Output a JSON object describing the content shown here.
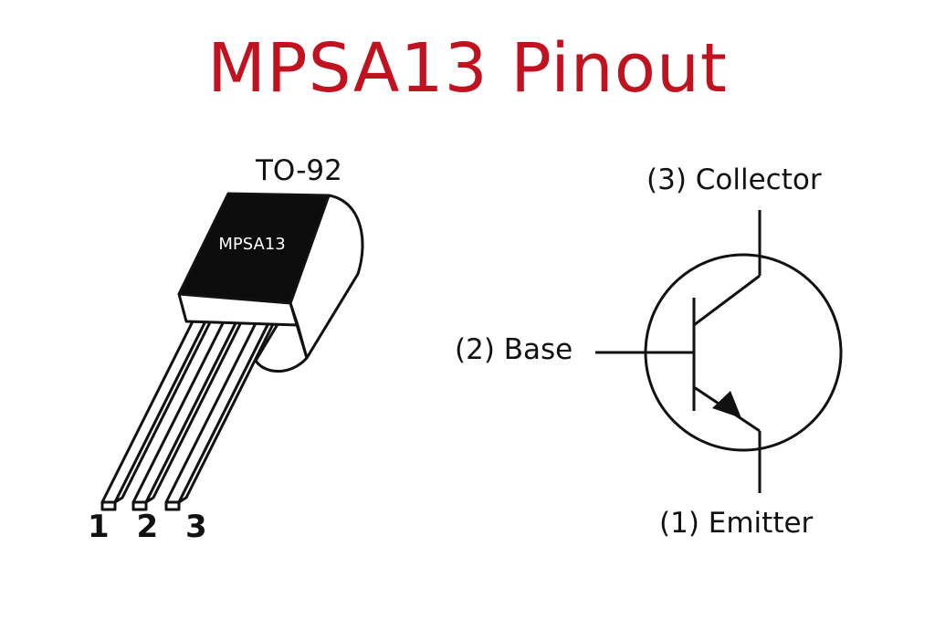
{
  "title": "MPSA13 Pinout",
  "package": {
    "label": "TO-92",
    "marking": "MPSA13"
  },
  "pin_numbers": "1 2 3",
  "symbol": {
    "collector_label": "(3) Collector",
    "base_label": "(2) Base",
    "emitter_label": "(1) Emitter"
  },
  "colors": {
    "title": "#c1121f",
    "ink": "#111111",
    "body": "#ffffff"
  }
}
